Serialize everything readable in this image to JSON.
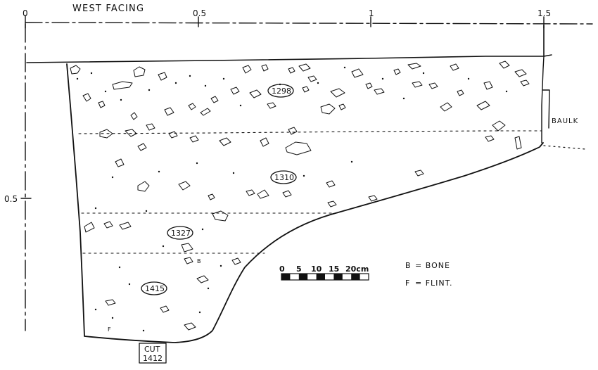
{
  "drawing": {
    "title": "WEST FACING",
    "top_ticks": [
      "0",
      "0.5",
      "1",
      "1.5"
    ],
    "left_ticks": [
      "0.5"
    ],
    "baulk_label": "BAULK",
    "contexts": [
      {
        "id": "fill-1298",
        "label": "1298"
      },
      {
        "id": "fill-1310",
        "label": "1310"
      },
      {
        "id": "fill-1327",
        "label": "1327"
      },
      {
        "id": "fill-1415",
        "label": "1415"
      }
    ],
    "cut": {
      "line1": "CUT",
      "line2": "1412"
    },
    "find_markers": {
      "bone": "B",
      "flint": "F"
    },
    "scale_bar": {
      "ticks": [
        "0",
        "5",
        "10",
        "15",
        "20cm"
      ]
    },
    "legend": [
      {
        "code": "B",
        "meaning": "= BONE"
      },
      {
        "code": "F",
        "meaning": "= FLINT."
      }
    ]
  }
}
